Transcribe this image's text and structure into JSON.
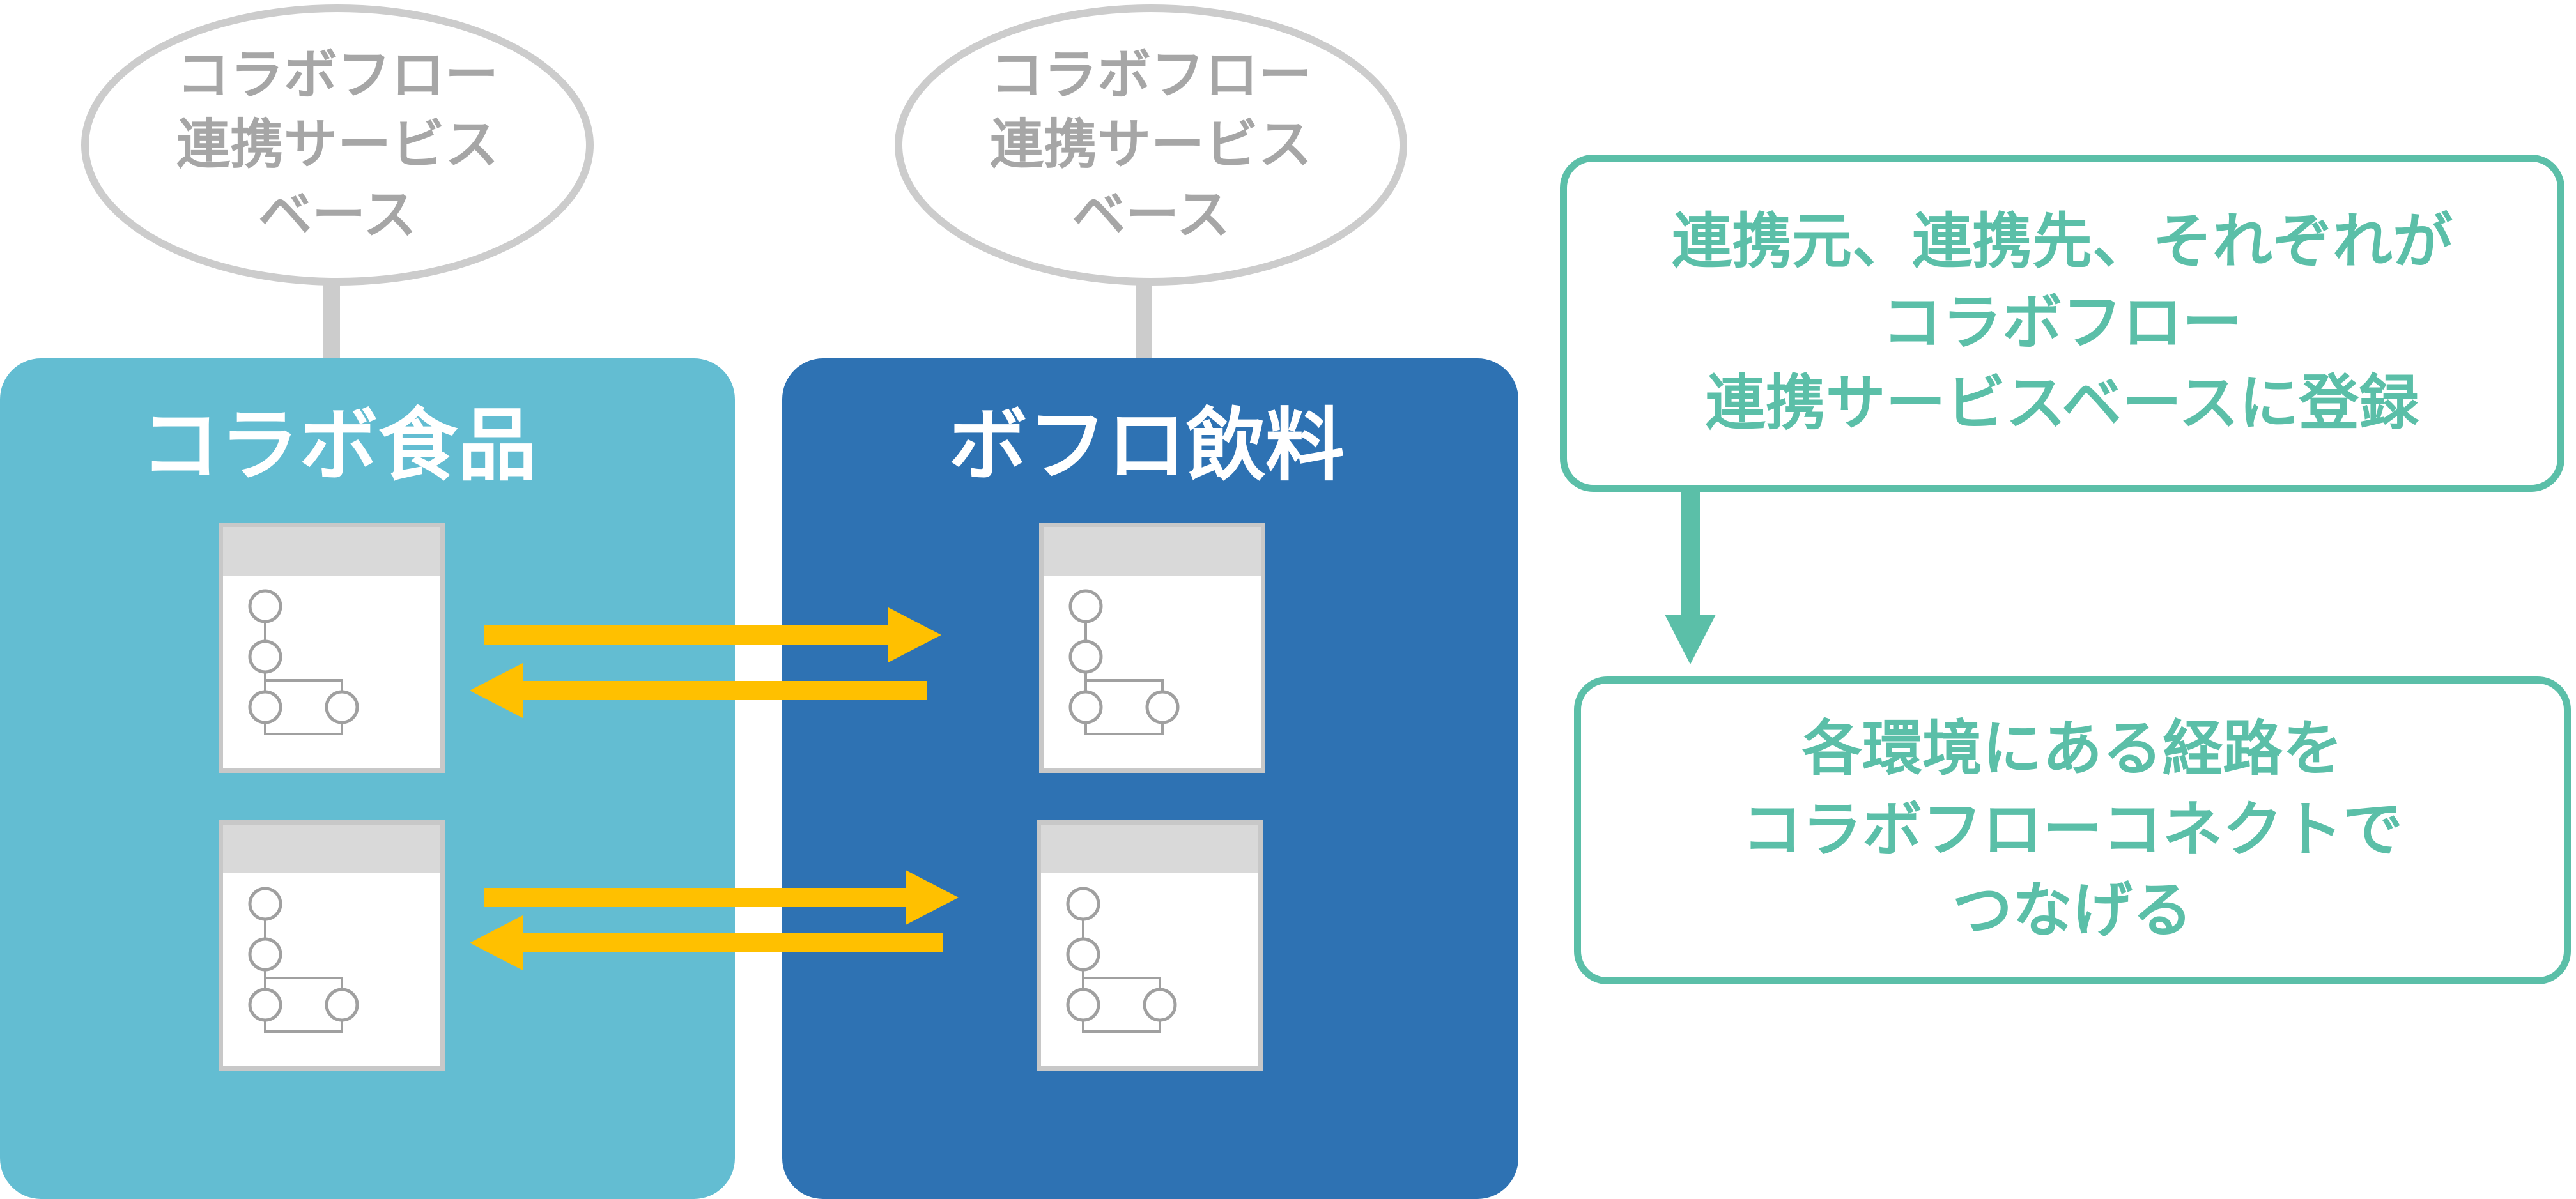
{
  "colors": {
    "left_panel": "#63bdd2",
    "right_panel": "#2e72b3",
    "arrow": "#ffc000",
    "accent": "#5bbfa8",
    "bubble_border": "#cccccc",
    "bubble_text": "#a6a6a6"
  },
  "bubbles": [
    {
      "text": "コラボフロー\n連携サービス\nベース"
    },
    {
      "text": "コラボフロー\n連携サービス\nベース"
    }
  ],
  "panels": [
    {
      "title": "コラボ食品"
    },
    {
      "title": "ボフロ飲料"
    }
  ],
  "notes": [
    {
      "text": "連携元、連携先、それぞれが\nコラボフロー\n連携サービスベースに登録"
    },
    {
      "text": "各環境にある経路を\nコラボフローコネクトで\nつなげる"
    }
  ],
  "icons": {
    "workflow": "workflow-document-icon",
    "arrow_right": "arrow-right-icon",
    "arrow_left": "arrow-left-icon",
    "arrow_down": "arrow-down-icon"
  }
}
